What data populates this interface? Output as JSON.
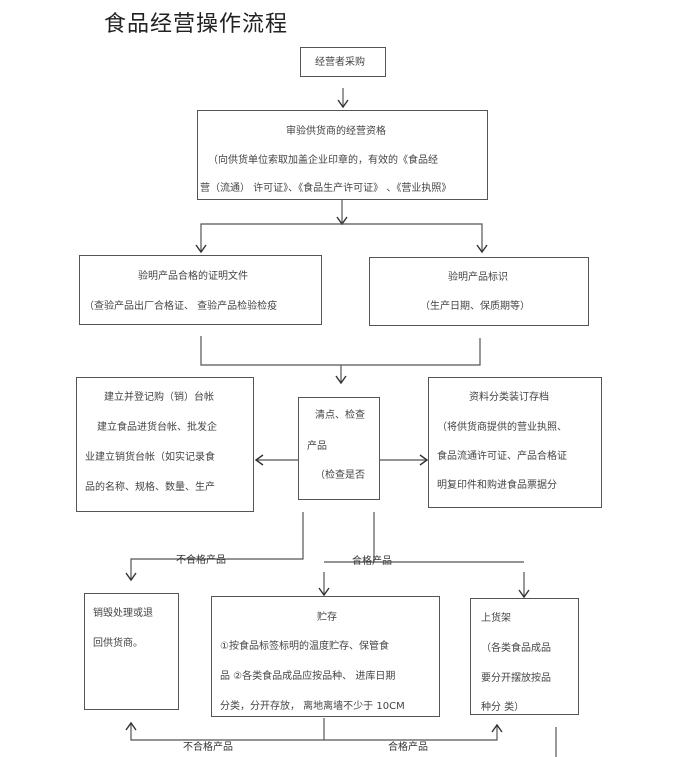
{
  "title": "食品经营操作流程",
  "nodes": {
    "purchase": {
      "label": "经营者采购"
    },
    "verify_supplier": {
      "heading": "审验供货商的经营资格",
      "line1": "（向供货单位索取加盖企业印章的，有效的《食品经",
      "line2": "营（流通） 许可证》、《食品生产许可证》 、《营业执照》"
    },
    "verify_certificate": {
      "heading": "验明产品合格的证明文件",
      "line1": "（查验产品出厂合格证、  查验产品检验检疫"
    },
    "verify_label": {
      "heading": "验明产品标识",
      "line1": "（生产日期、保质期等）"
    },
    "ledger": {
      "line1": "建立并登记购（销）台帐",
      "line2": "建立食品进货台帐、批发企",
      "line3": "业建立销货台帐（如实记录食",
      "line4": "品的名称、规格、数量、生产"
    },
    "inspect": {
      "line1": "清点、检查",
      "line2": "产品",
      "line3": "（检查是否"
    },
    "archive": {
      "heading": "资料分类装订存档",
      "line1": "（将供货商提供的营业执照、",
      "line2": "食品流通许可证、产品合格证",
      "line3": "明复印件和购进食品票据分"
    },
    "destroy": {
      "line1": "销毁处理或退",
      "line2": "回供货商。"
    },
    "storage": {
      "heading": "贮存",
      "line1": "①按食品标签标明的温度贮存、保管食",
      "line2": "品   ②各类食品成品应按品种、   进库日期",
      "line3": "分类，分开存放，  离地离墙不少于     10CM"
    },
    "shelf": {
      "line1": "上货架",
      "line2": "（各类食品成品",
      "line3": "要分开摆放按品",
      "line4": "种分    类）"
    }
  },
  "edge_labels": {
    "unqualified_top": "不合格产品",
    "qualified_top": "合格产品",
    "unqualified_bottom": "不合格产品",
    "qualified_bottom": "合格产品"
  }
}
